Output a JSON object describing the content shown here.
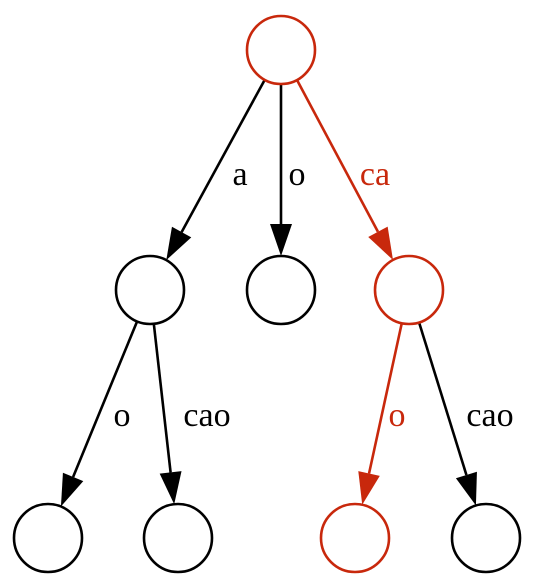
{
  "colors": {
    "default": "#000000",
    "highlight": "#c8280c"
  },
  "nodes": [
    {
      "id": "root",
      "highlight": true
    },
    {
      "id": "n_a",
      "highlight": false
    },
    {
      "id": "n_o",
      "highlight": false
    },
    {
      "id": "n_ca",
      "highlight": true
    },
    {
      "id": "n_a_o",
      "highlight": false
    },
    {
      "id": "n_a_cao",
      "highlight": false
    },
    {
      "id": "n_ca_o",
      "highlight": true
    },
    {
      "id": "n_ca_cao",
      "highlight": false
    }
  ],
  "edges": [
    {
      "from": "root",
      "to": "n_a",
      "label": "a",
      "highlight": false
    },
    {
      "from": "root",
      "to": "n_o",
      "label": "o",
      "highlight": false
    },
    {
      "from": "root",
      "to": "n_ca",
      "label": "ca",
      "highlight": true
    },
    {
      "from": "n_a",
      "to": "n_a_o",
      "label": "o",
      "highlight": false
    },
    {
      "from": "n_a",
      "to": "n_a_cao",
      "label": "cao",
      "highlight": false
    },
    {
      "from": "n_ca",
      "to": "n_ca_o",
      "label": "o",
      "highlight": true
    },
    {
      "from": "n_ca",
      "to": "n_ca_cao",
      "label": "cao",
      "highlight": false
    }
  ]
}
